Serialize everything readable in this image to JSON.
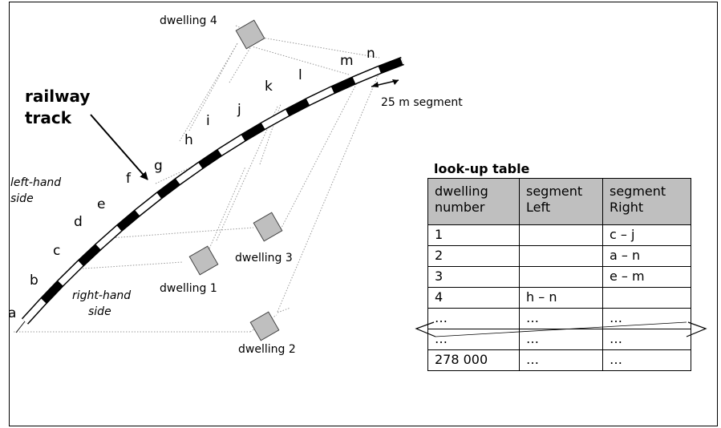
{
  "segments": [
    "a",
    "b",
    "c",
    "d",
    "e",
    "f",
    "g",
    "h",
    "i",
    "j",
    "k",
    "l",
    "m",
    "n"
  ],
  "dwellings": [
    {
      "label": "dwelling 1"
    },
    {
      "label": "dwelling 2"
    },
    {
      "label": "dwelling 3"
    },
    {
      "label": "dwelling 4"
    }
  ],
  "labels": {
    "railway_line1": "railway",
    "railway_line2": "track",
    "segment_length": "25 m segment",
    "left_side_line1": "left-hand",
    "left_side_line2": "side",
    "right_side_line1": "right-hand",
    "right_side_line2": "side"
  },
  "table": {
    "title": "look-up table",
    "headers": [
      {
        "line1": "dwelling",
        "line2": "number"
      },
      {
        "line1": "segment",
        "line2": "Left"
      },
      {
        "line1": "segment",
        "line2": "Right"
      }
    ],
    "rows": [
      [
        "1",
        "",
        "c – j"
      ],
      [
        "2",
        "",
        "a – n"
      ],
      [
        "3",
        "",
        "e – m"
      ],
      [
        "4",
        "h – n",
        ""
      ],
      [
        "…",
        "…",
        "…"
      ],
      [
        "…",
        "…",
        "…"
      ],
      [
        "278 000",
        "…",
        "…"
      ]
    ]
  },
  "colors": {
    "dwelling_fill": "#bfbfbf",
    "header_fill": "#bfbfbf",
    "track_dark": "#000000"
  }
}
